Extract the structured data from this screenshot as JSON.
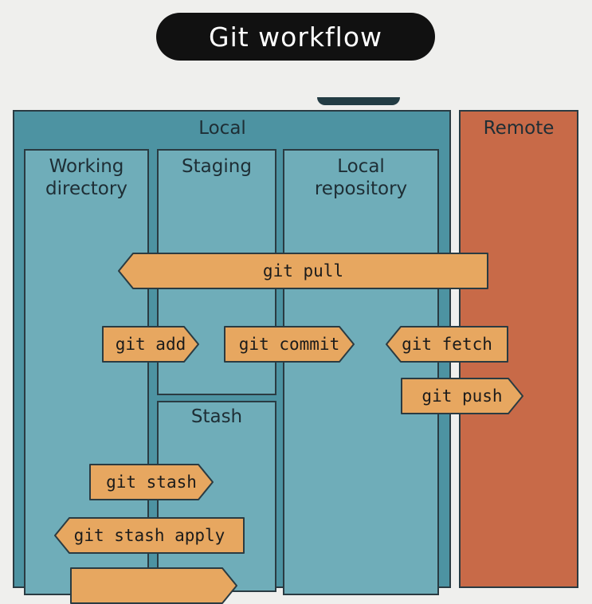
{
  "title": "Git workflow",
  "sections": {
    "local": "Local",
    "remote": "Remote",
    "working_directory": "Working\ndirectory",
    "staging": "Staging",
    "stash": "Stash",
    "local_repository": "Local\nrepository"
  },
  "arrows": {
    "git_pull": "git pull",
    "git_add": "git add",
    "git_commit": "git commit",
    "git_fetch": "git fetch",
    "git_push": "git push",
    "git_stash": "git stash",
    "git_stash_apply": "git stash apply"
  },
  "colors": {
    "background": "#efefed",
    "local_panel": "#4d93a2",
    "column_fill": "#6fadb9",
    "remote_panel": "#c86a48",
    "arrow_fill": "#e7a760",
    "outline": "#2a3b42",
    "title_pill": "#111111"
  }
}
